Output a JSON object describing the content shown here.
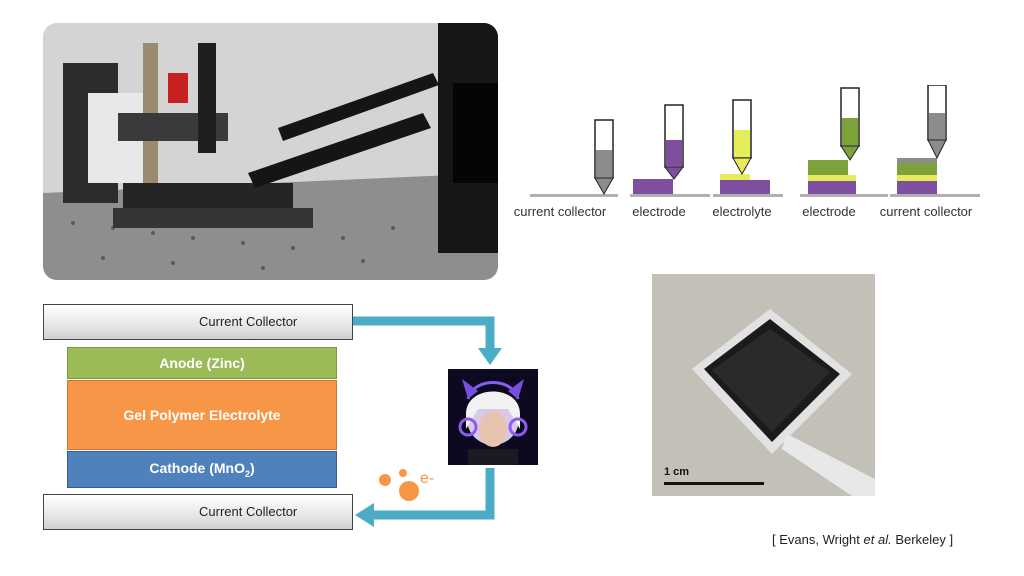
{
  "process_steps": [
    {
      "label": "current collector"
    },
    {
      "label": "electrode"
    },
    {
      "label": "electrolyte"
    },
    {
      "label": "electrode"
    },
    {
      "label": "current collector"
    }
  ],
  "battery": {
    "top_collector": "Current Collector",
    "anode": "Anode (Zinc)",
    "electrolyte": "Gel Polymer Electrolyte",
    "cathode_prefix": "Cathode (MnO",
    "cathode_sub": "2",
    "cathode_suffix": ")",
    "bottom_collector": "Current Collector",
    "electron": "e-"
  },
  "scale_bar": "1 cm",
  "credit": {
    "open": "[ Evans, Wright ",
    "et_al": "et al.",
    "close": " Berkeley ]"
  },
  "colors": {
    "anode": "#9bbb59",
    "electrolyte": "#f79646",
    "cathode": "#4f81bd",
    "arrow": "#4bacc6",
    "electron": "#f79646",
    "purple_ink": "#7f4f9f",
    "yellow_ink": "#e6ec5a",
    "green_ink": "#7ea23a",
    "gray_ink": "#8c8c8c"
  }
}
